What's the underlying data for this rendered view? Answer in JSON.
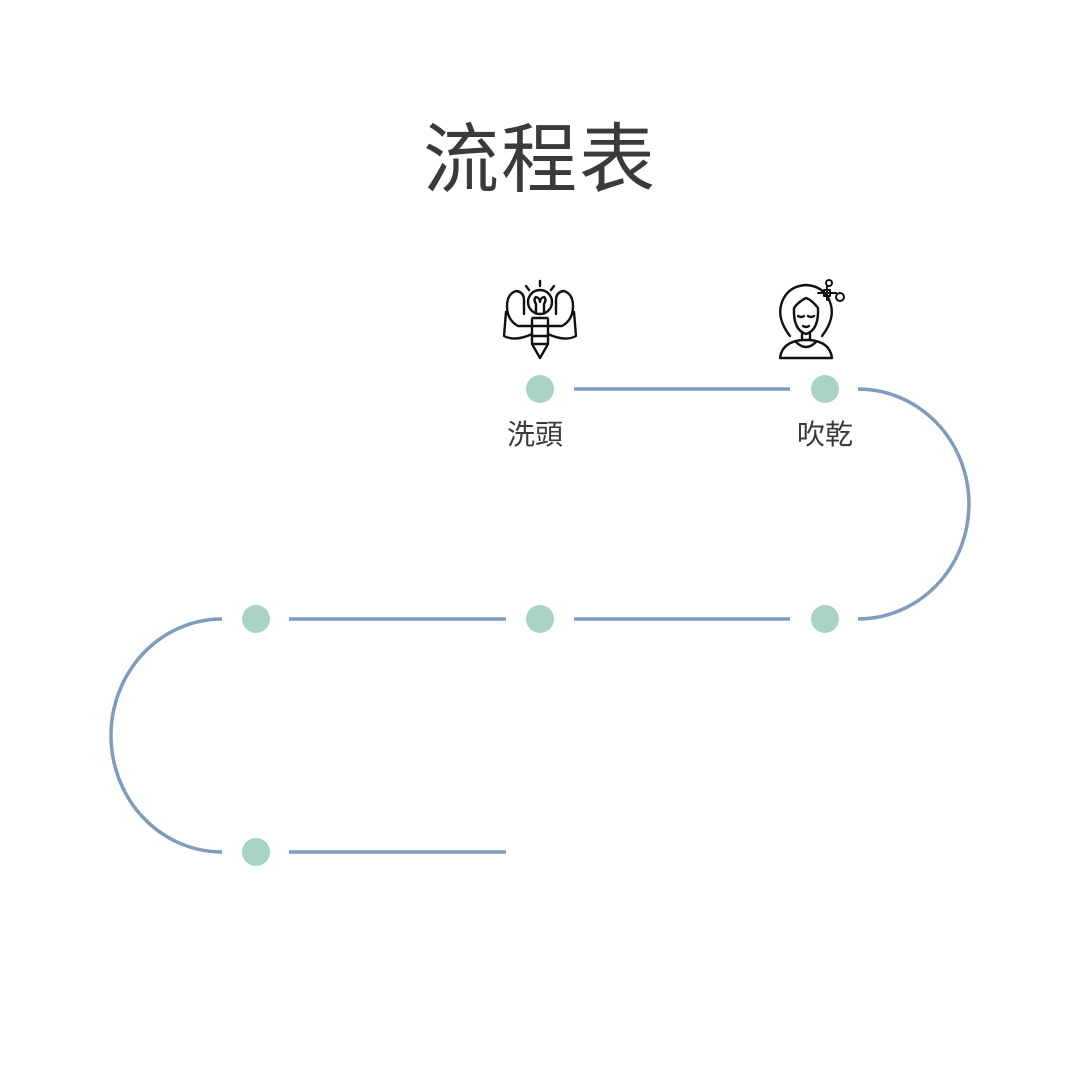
{
  "title": "流程表",
  "steps": [
    {
      "label": "洗頭",
      "icon": "lightbulb-strong-arms-pencil-icon"
    },
    {
      "label": "吹乾",
      "icon": "woman-face-sparkle-icon"
    },
    {
      "label": "",
      "icon": ""
    },
    {
      "label": "",
      "icon": ""
    },
    {
      "label": "",
      "icon": ""
    },
    {
      "label": "",
      "icon": ""
    },
    {
      "label": "",
      "icon": ""
    }
  ],
  "colors": {
    "path": "#7f9bbd",
    "node": "#a9d3c2",
    "text": "#3a3a3a",
    "icon": "#111111"
  }
}
